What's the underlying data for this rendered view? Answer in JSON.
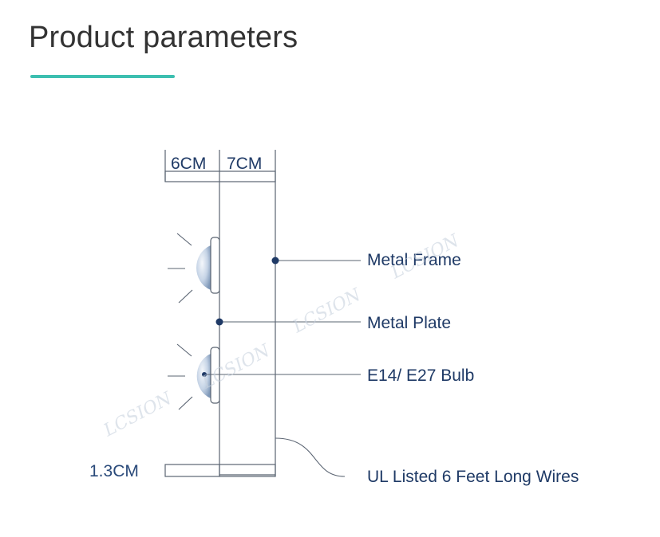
{
  "header": {
    "title": "Product parameters",
    "underline_color": "#3dbfb0"
  },
  "dimensions": {
    "top_left": "6CM",
    "top_right": "7CM",
    "bottom": "1.3CM"
  },
  "callouts": {
    "metal_frame": "Metal Frame",
    "metal_plate": "Metal Plate",
    "bulb": "E14/ E27 Bulb",
    "wires": "UL Listed 6 Feet Long Wires"
  },
  "watermark": "LCSION",
  "colors": {
    "line": "#5a6472",
    "label": "#1f3a66",
    "dot": "#1f3a66",
    "bulb_light": "#e9f0f8",
    "bulb_dark": "#8fa6c4"
  }
}
